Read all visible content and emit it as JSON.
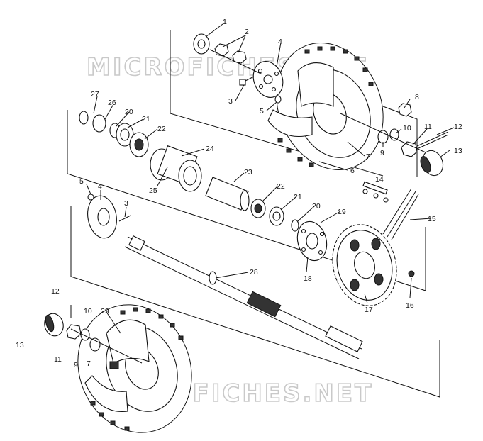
{
  "watermarks": [
    "MICROFICHES.NET",
    "MICROFICHES.NET"
  ],
  "callouts": [
    {
      "id": "c1",
      "text": "1"
    },
    {
      "id": "c2",
      "text": "2"
    },
    {
      "id": "c3a",
      "text": "3"
    },
    {
      "id": "c4a",
      "text": "4"
    },
    {
      "id": "c5a",
      "text": "5"
    },
    {
      "id": "c6",
      "text": "6"
    },
    {
      "id": "c7a",
      "text": "7"
    },
    {
      "id": "c8",
      "text": "8"
    },
    {
      "id": "c9a",
      "text": "9"
    },
    {
      "id": "c10a",
      "text": "10"
    },
    {
      "id": "c11a",
      "text": "11"
    },
    {
      "id": "c12a",
      "text": "12"
    },
    {
      "id": "c13a",
      "text": "13"
    },
    {
      "id": "c14",
      "text": "14"
    },
    {
      "id": "c15",
      "text": "15"
    },
    {
      "id": "c16",
      "text": "16"
    },
    {
      "id": "c17",
      "text": "17"
    },
    {
      "id": "c18",
      "text": "18"
    },
    {
      "id": "c19",
      "text": "19"
    },
    {
      "id": "c20a",
      "text": "20"
    },
    {
      "id": "c20b",
      "text": "20"
    },
    {
      "id": "c21a",
      "text": "21"
    },
    {
      "id": "c21b",
      "text": "21"
    },
    {
      "id": "c22a",
      "text": "22"
    },
    {
      "id": "c22b",
      "text": "22"
    },
    {
      "id": "c23",
      "text": "23"
    },
    {
      "id": "c24",
      "text": "24"
    },
    {
      "id": "c25",
      "text": "25"
    },
    {
      "id": "c26",
      "text": "26"
    },
    {
      "id": "c27",
      "text": "27"
    },
    {
      "id": "c28",
      "text": "28"
    },
    {
      "id": "c29",
      "text": "29"
    },
    {
      "id": "c5b",
      "text": "5"
    },
    {
      "id": "c4b",
      "text": "4"
    },
    {
      "id": "c3b",
      "text": "3"
    },
    {
      "id": "c12b",
      "text": "12"
    },
    {
      "id": "c10b",
      "text": "10"
    },
    {
      "id": "c13b",
      "text": "13"
    },
    {
      "id": "c11b",
      "text": "11"
    },
    {
      "id": "c9b",
      "text": "9"
    },
    {
      "id": "c7b",
      "text": "7"
    }
  ]
}
